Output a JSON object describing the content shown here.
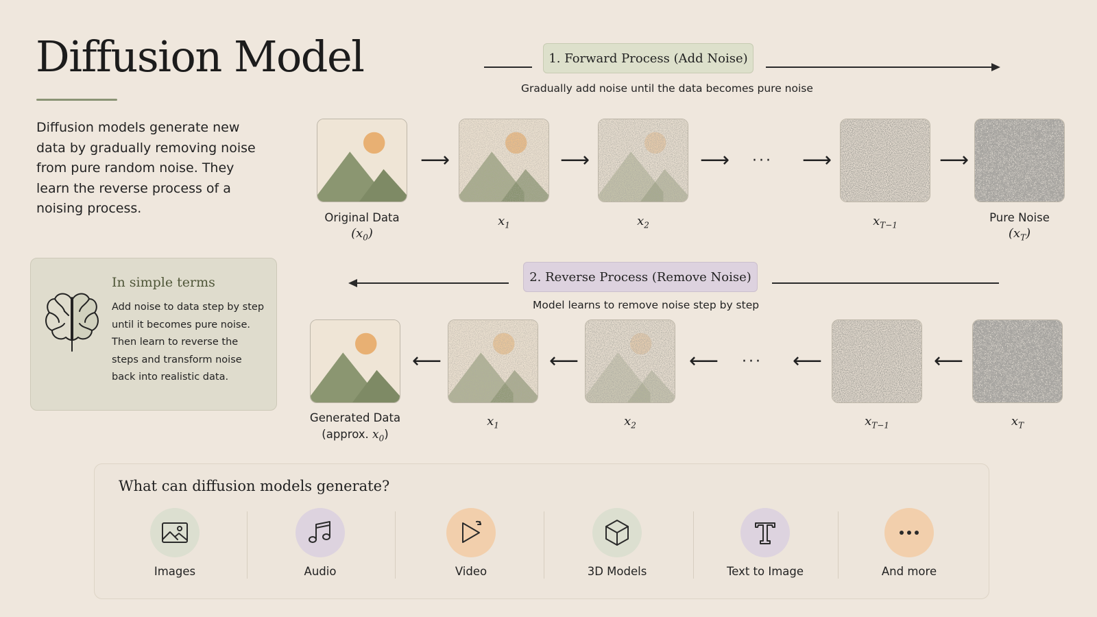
{
  "title": "Diffusion Model",
  "intro": "Diffusion models generate new data by gradually removing noise from pure random noise. They learn the reverse process of a noising process.",
  "forward": {
    "label": "1. Forward Process (Add Noise)",
    "caption": "Gradually add noise until the data becomes pure noise",
    "steps": [
      {
        "label": "Original Data",
        "math": "x",
        "sub": "0"
      },
      {
        "label": "",
        "math": "x",
        "sub": "1"
      },
      {
        "label": "",
        "math": "x",
        "sub": "2"
      },
      {
        "label": "",
        "math": "x",
        "sub": "T−1"
      },
      {
        "label": "Pure Noise",
        "math": "x",
        "sub": "T"
      }
    ],
    "ellipsis": "···"
  },
  "reverse": {
    "label": "2. Reverse Process (Remove Noise)",
    "caption": "Model learns to remove noise step by step",
    "steps": [
      {
        "label": "Generated Data",
        "label2": "(approx.",
        "math": "x",
        "sub": "0"
      },
      {
        "label": "",
        "math": "x",
        "sub": "1"
      },
      {
        "label": "",
        "math": "x",
        "sub": "2"
      },
      {
        "label": "",
        "math": "x",
        "sub": "T−1"
      },
      {
        "label": "",
        "math": "x",
        "sub": "T"
      }
    ],
    "ellipsis": "···"
  },
  "simple_terms": {
    "title": "In simple terms",
    "body": "Add noise to data step by step until it becomes pure noise. Then learn to reverse the steps and transform noise back into realistic data.",
    "icon": "brain-icon"
  },
  "generate": {
    "title": "What can diffusion models generate?",
    "items": [
      {
        "label": "Images",
        "icon": "image-icon",
        "color": "#dcdfd0"
      },
      {
        "label": "Audio",
        "icon": "music-note-icon",
        "color": "#ddd3df"
      },
      {
        "label": "Video",
        "icon": "play-icon",
        "color": "#f2cfac"
      },
      {
        "label": "3D Models",
        "icon": "cube-icon",
        "color": "#dcdfd0"
      },
      {
        "label": "Text to Image",
        "icon": "text-t-icon",
        "color": "#ddd3df"
      },
      {
        "label": "And more",
        "icon": "more-dots-icon",
        "color": "#f2cfac"
      }
    ]
  },
  "colors": {
    "background": "#efe7dd",
    "mountain": "#8a9671",
    "sun": "#e9b27a",
    "forward_pill": "#dde0cb",
    "reverse_pill": "#ddd2df"
  }
}
